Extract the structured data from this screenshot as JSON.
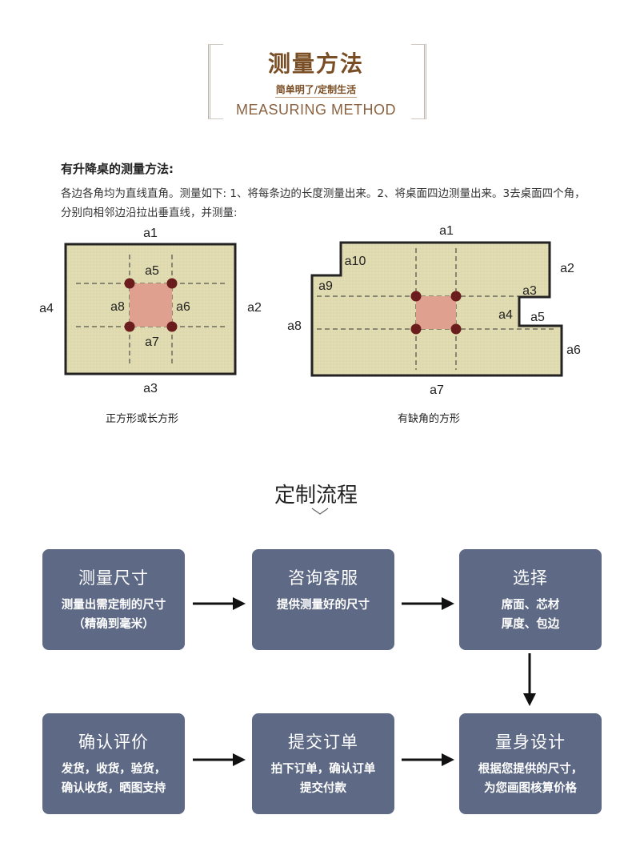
{
  "header": {
    "title": "测量方法",
    "subtitle": "简单明了/定制生活",
    "english": "MEASURING METHOD"
  },
  "intro": {
    "heading": "有升降桌的测量方法:",
    "body": "各边各角均为直线直角。测量如下: 1、将每条边的长度测量出来。2、将桌面四边测量出来。3去桌面四个角，分别向相邻边沿拉出垂直线，并测量:"
  },
  "figure_left": {
    "caption": "正方形或长方形",
    "labels": [
      "a1",
      "a2",
      "a3",
      "a4",
      "a5",
      "a6",
      "a7",
      "a8"
    ]
  },
  "figure_right": {
    "caption": "有缺角的方形",
    "labels": [
      "a1",
      "a2",
      "a3",
      "a4",
      "a5",
      "a6",
      "a7",
      "a8",
      "a9",
      "a10"
    ]
  },
  "colors": {
    "tabletop": "#e0dbb0",
    "center_square": "#e0a090",
    "dot": "#6b1c1c",
    "step_box": "#5d6985",
    "header_brown": "#7a4e24"
  },
  "process": {
    "title": "定制流程",
    "steps": [
      {
        "title": "测量尺寸",
        "desc": "测量出需定制的尺寸\n（精确到毫米）"
      },
      {
        "title": "咨询客服",
        "desc": "提供测量好的尺寸"
      },
      {
        "title": "选择",
        "desc": "席面、芯材\n厚度、包边"
      },
      {
        "title": "确认评价",
        "desc": "发货，收货，验货，\n确认收货，晒图支持"
      },
      {
        "title": "提交订单",
        "desc": "拍下订单，确认订单\n提交付款"
      },
      {
        "title": "量身设计",
        "desc": "根据您提供的尺寸，\n为您画图核算价格"
      }
    ]
  }
}
